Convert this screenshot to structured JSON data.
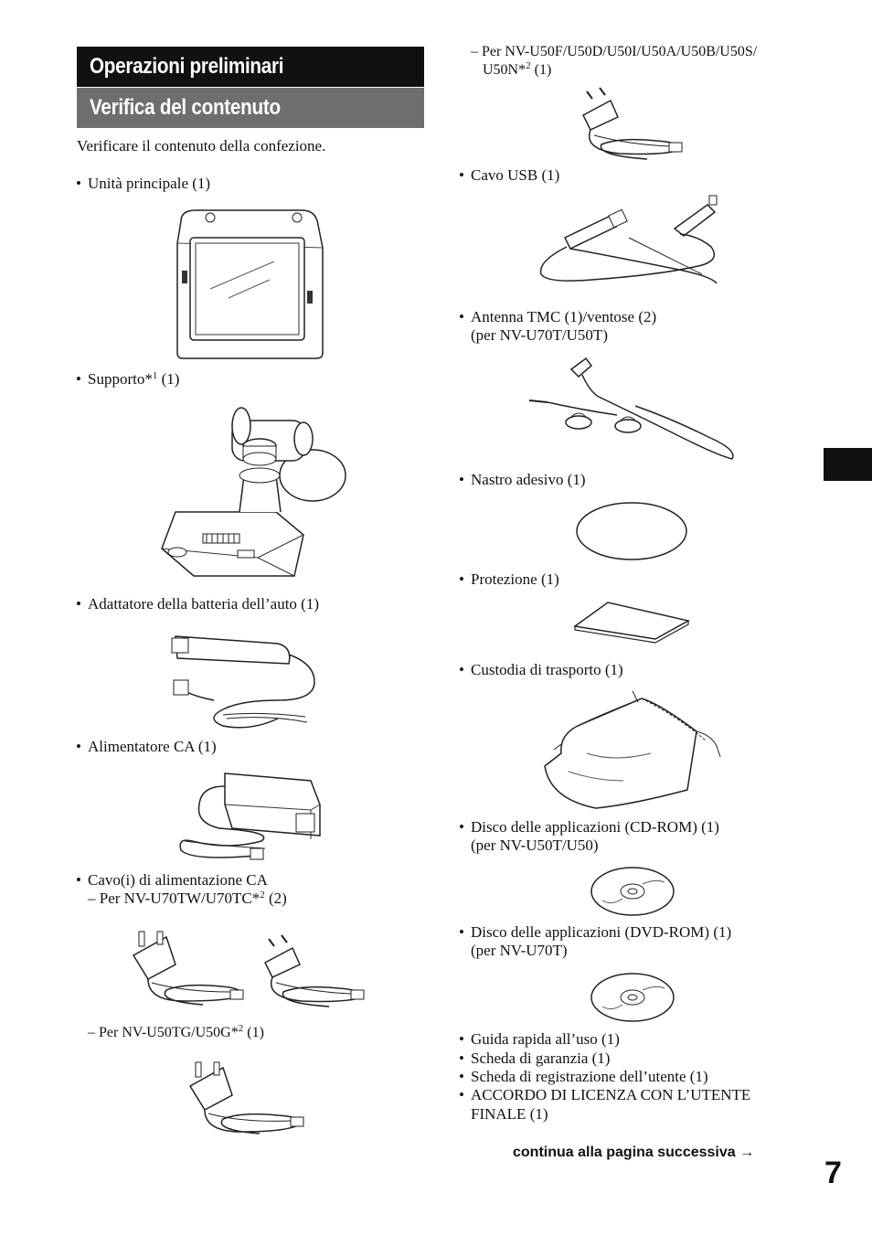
{
  "header": {
    "title": "Operazioni preliminari",
    "subtitle": "Verifica del contenuto"
  },
  "intro": "Verificare il contenuto della confezione.",
  "left_column": {
    "main_unit": "Unità principale (1)",
    "cradle_label": "Supporto*",
    "cradle_sup": "1",
    "cradle_qty": " (1)",
    "car_adapter": "Adattatore della batteria dell’auto (1)",
    "ac_adapter": "Alimentatore CA (1)",
    "ac_cords": "Cavo(i) di alimentazione CA",
    "cord_tw_label": "– Per NV-U70TW/U70TC*",
    "cord_tw_sup": "2",
    "cord_tw_qty": " (2)",
    "cord_tg_label": "– Per NV-U50TG/U50G*",
    "cord_tg_sup": "2",
    "cord_tg_qty": " (1)"
  },
  "right_column": {
    "cord_f_line1": "– Per NV-U50F/U50D/U50I/U50A/U50B/U50S/",
    "cord_f_line2_label": "U50N*",
    "cord_f_line2_sup": "2",
    "cord_f_line2_qty": " (1)",
    "usb_cable": "Cavo USB (1)",
    "tmc_line1": "Antenna TMC (1)/ventose (2)",
    "tmc_line2": "(per NV-U70T/U50T)",
    "adhesive_tape": "Nastro adesivo (1)",
    "protection": "Protezione (1)",
    "carrying_case": "Custodia di trasporto (1)",
    "cdrom_line1": "Disco delle applicazioni (CD-ROM) (1)",
    "cdrom_line2": "(per NV-U50T/U50)",
    "dvdrom_line1": "Disco delle applicazioni (DVD-ROM) (1)",
    "dvdrom_line2": "(per NV-U70T)",
    "docs": [
      "Guida rapida all’uso (1)",
      "Scheda di garanzia (1)",
      "Scheda di registrazione dell’utente (1)",
      "ACCORDO DI LICENZA CON L’UTENTE",
      "FINALE (1)"
    ]
  },
  "footer": {
    "continue": "continua alla pagina successiva",
    "arrow": "→",
    "page_number": "7"
  }
}
